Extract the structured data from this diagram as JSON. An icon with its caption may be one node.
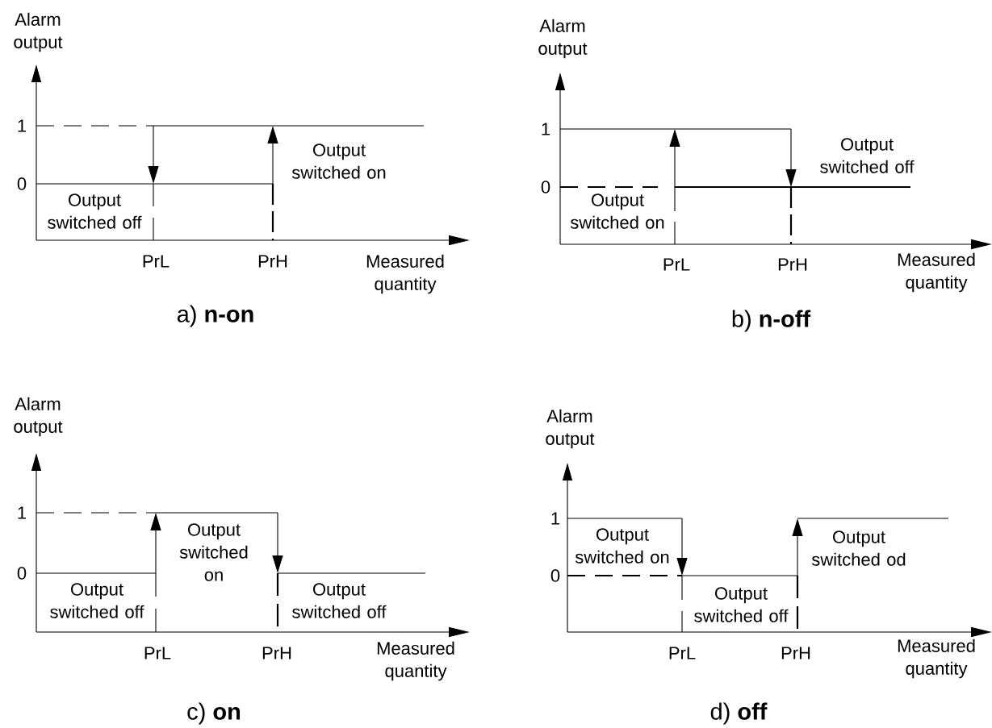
{
  "diagram": {
    "labels": [
      "Alarm output",
      "1",
      "Output switched on",
      "0",
      "Output switched off",
      "PrL",
      "PrH",
      "Measured quantity",
      "a) **n-on**",
      "Alarm output",
      "1",
      "Output switched off",
      "0",
      "Output switched on",
      "PrL",
      "PrH",
      "Measured quantity",
      "b) **n-off**",
      "Alarm output",
      "1",
      "Output switched on",
      "0",
      "Output switched off",
      "Output switched off",
      "PrL",
      "PrH",
      "Measured quantity",
      "c) **on**",
      "Alarm output",
      "1",
      "Output switched on",
      "Output switched od",
      "0",
      "Output switched off",
      "PrL",
      "PrH",
      "Measured quantity",
      "d) **off**"
    ]
  }
}
